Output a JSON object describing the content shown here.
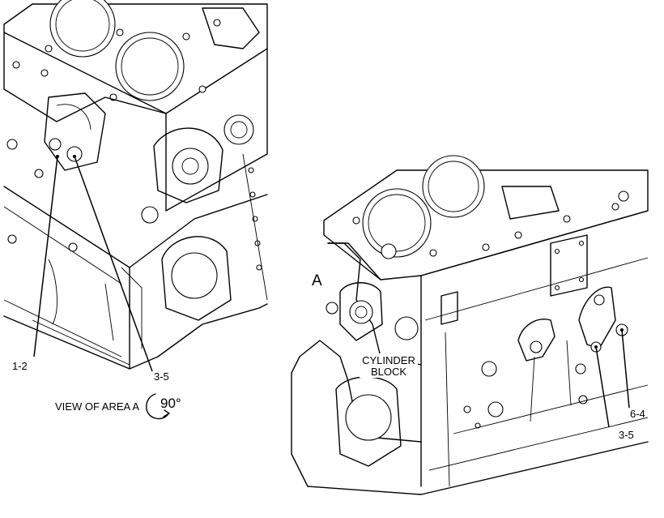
{
  "diagram": {
    "left_view": {
      "callout_1_2": "1-2",
      "callout_3_5": "3-5",
      "view_caption": "VIEW OF AREA A",
      "rotation": "90°"
    },
    "right_view": {
      "area_marker": "A",
      "block_label_line1": "CYLINDER",
      "block_label_line2": "BLOCK",
      "callout_6_4": "6-4",
      "callout_3_5": "3-5"
    }
  }
}
